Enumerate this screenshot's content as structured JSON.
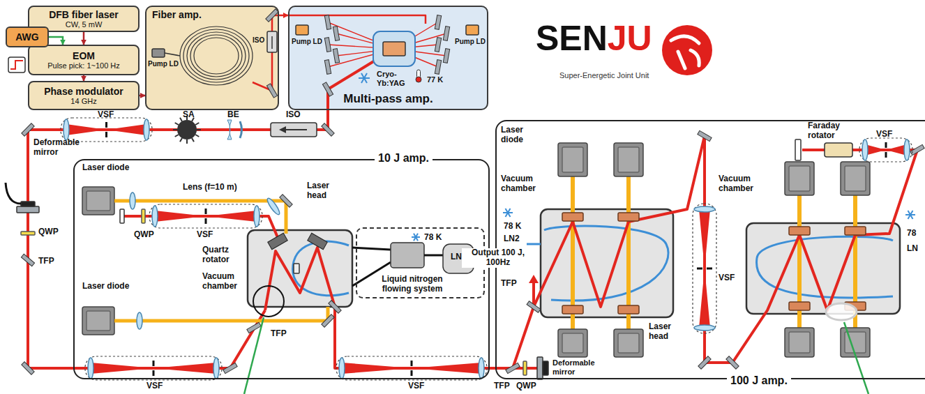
{
  "diagram": {
    "nodes": [
      {
        "text": [
          "DFB fiber laser",
          "CW, 5 mW"
        ]
      },
      {
        "text": [
          "AWG"
        ]
      },
      {
        "text": [
          "EOM",
          "Pulse pick: 1~100 Hz"
        ]
      },
      {
        "text": [
          "Phase modulator",
          "14 GHz"
        ]
      },
      {
        "text": [
          "Fiber amp."
        ]
      },
      {
        "text": [
          "Multi-pass amp."
        ]
      },
      {
        "text": [
          "10 J amp."
        ]
      },
      {
        "text": [
          "Liquid nitrogen flowing system"
        ],
        "in": 6
      },
      {
        "text": [
          "100 J amp."
        ]
      }
    ],
    "edges": [
      {
        "from": 0,
        "to": 2,
        "arrow": "to"
      },
      {
        "from": 1,
        "to": 2,
        "arrow": "to"
      },
      {
        "from": 2,
        "to": 3,
        "arrow": "to"
      },
      {
        "from": 3,
        "to": 4,
        "arrow": "to"
      },
      {
        "from": 4,
        "to": 5,
        "arrow": "to"
      }
    ],
    "labels": [
      "Pump LD",
      "ISO",
      "Pump LD",
      "Pump LD",
      "Cryo-Yb:YAG",
      "77 K",
      "SEN",
      "JU",
      "Super-Energetic Joint Unit",
      "VSF",
      "SA",
      "BE",
      "ISO",
      "Deformable mirror",
      "QWP",
      "TFP",
      "Laser diode",
      "Lens (f=10 m)",
      "QWP",
      "VSF",
      "Laser head",
      "Quartz rotator",
      "Vacuum chamber",
      "78 K",
      "LN₂",
      "Laser diode",
      "TFP",
      "VSF",
      "VSF",
      "TFP",
      "QWP",
      "Deformable mirror",
      "Output 100 J, 100Hz",
      "TFP",
      "Laser diode",
      "Vacuum chamber",
      "78 K",
      "LN2",
      "Laser head",
      "Faraday rotator",
      "VSF",
      "Vacuum chamber",
      "78",
      "LN",
      "VSF"
    ]
  }
}
